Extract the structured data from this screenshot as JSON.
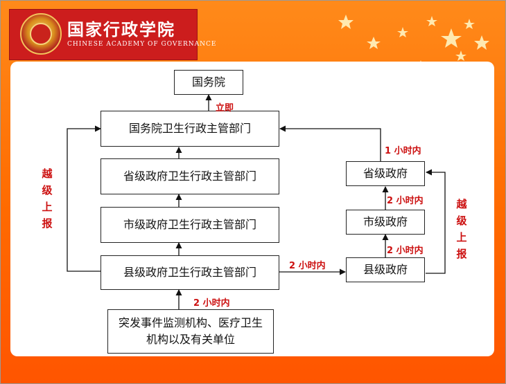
{
  "header": {
    "title": "国家行政学院",
    "subtitle": "CHINESE ACADEMY OF GOVERNANCE"
  },
  "boxes": {
    "state_council": "国务院",
    "state_health_dept": "国务院卫生行政主管部门",
    "provincial_health_dept": "省级政府卫生行政主管部门",
    "municipal_health_dept": "市级政府卫生行政主管部门",
    "county_health_dept": "县级政府卫生行政主管部门",
    "monitoring_units": "突发事件监测机构、医疗卫生机构以及有关单位",
    "provincial_gov": "省级政府",
    "municipal_gov": "市级政府",
    "county_gov": "县级政府"
  },
  "labels": {
    "immediately": "立即",
    "one_hour": "1 小时内",
    "two_hours": "2 小时内",
    "skip_level_report": "越级上报"
  },
  "colors": {
    "accent_red": "#cc1010",
    "header_red": "#cc1d1d",
    "background_orange": "#ff6a00"
  }
}
